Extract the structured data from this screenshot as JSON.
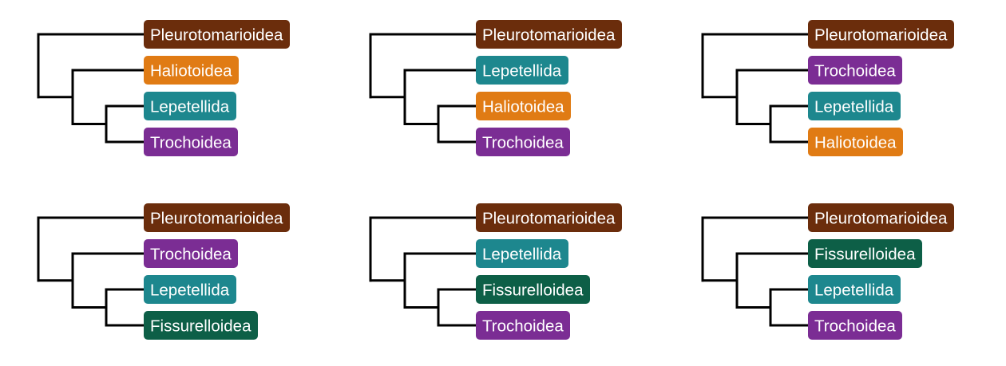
{
  "colors": {
    "Pleurotomarioidea": "#6b2d0c",
    "Haliotoidea": "#e07b14",
    "Lepetellida": "#1d878e",
    "Trochoidea": "#7b2d94",
    "Fissurelloidea": "#0d5f47",
    "edge": "#000000",
    "label_text": "#ffffff"
  },
  "trees": [
    {
      "id": "tree-1",
      "tips": [
        "Pleurotomarioidea",
        "Haliotoidea",
        "Lepetellida",
        "Trochoidea"
      ]
    },
    {
      "id": "tree-2",
      "tips": [
        "Pleurotomarioidea",
        "Lepetellida",
        "Haliotoidea",
        "Trochoidea"
      ]
    },
    {
      "id": "tree-3",
      "tips": [
        "Pleurotomarioidea",
        "Trochoidea",
        "Lepetellida",
        "Haliotoidea"
      ]
    },
    {
      "id": "tree-4",
      "tips": [
        "Pleurotomarioidea",
        "Trochoidea",
        "Lepetellida",
        "Fissurelloidea"
      ]
    },
    {
      "id": "tree-5",
      "tips": [
        "Pleurotomarioidea",
        "Lepetellida",
        "Fissurelloidea",
        "Trochoidea"
      ]
    },
    {
      "id": "tree-6",
      "tips": [
        "Pleurotomarioidea",
        "Fissurelloidea",
        "Lepetellida",
        "Trochoidea"
      ]
    }
  ]
}
